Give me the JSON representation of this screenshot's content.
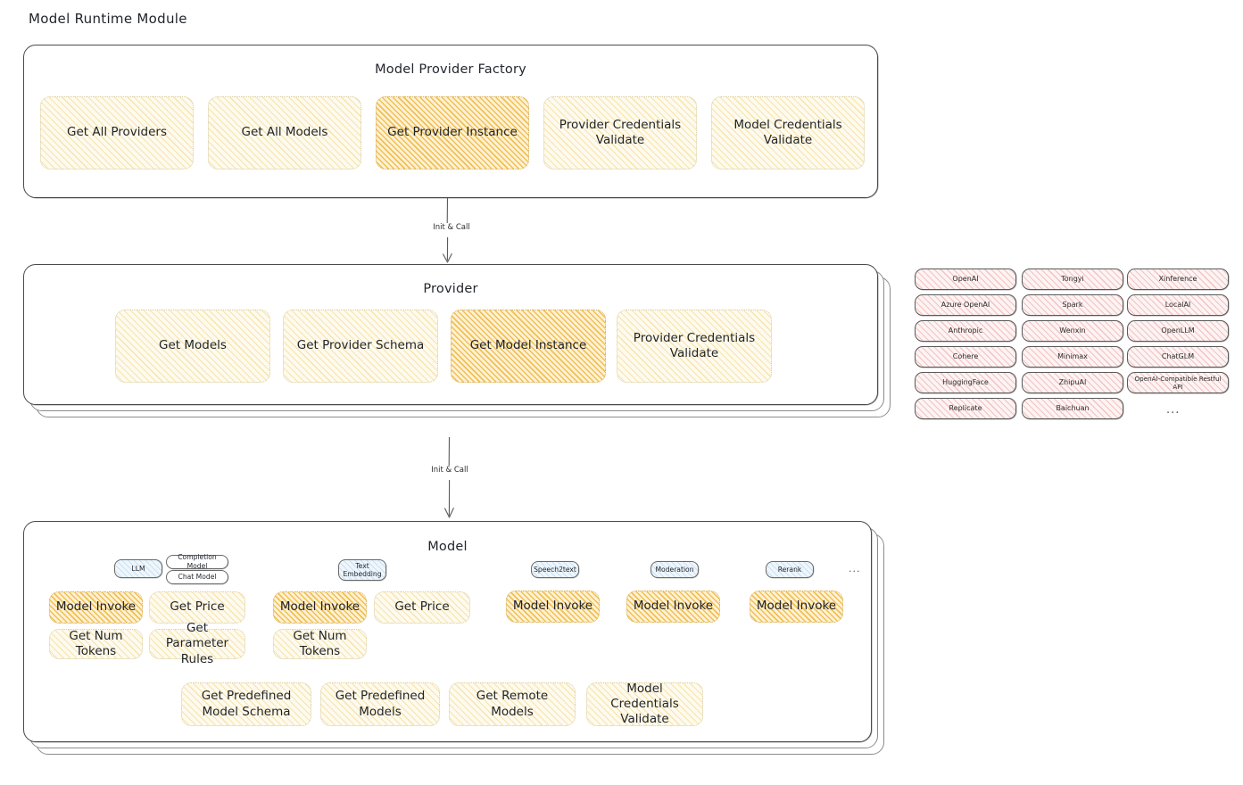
{
  "page": {
    "title": "Model Runtime Module"
  },
  "factory": {
    "title": "Model Provider Factory",
    "nodes": [
      {
        "label": "Get All Providers",
        "highlighted": false
      },
      {
        "label": "Get All Models",
        "highlighted": false
      },
      {
        "label": "Get Provider Instance",
        "highlighted": true
      },
      {
        "label": "Provider Credentials Validate",
        "highlighted": false
      },
      {
        "label": "Model Credentials Validate",
        "highlighted": false
      }
    ]
  },
  "arrows": [
    {
      "label": "Init & Call"
    },
    {
      "label": "Init & Call"
    }
  ],
  "provider": {
    "title": "Provider",
    "nodes": [
      {
        "label": "Get Models",
        "highlighted": false
      },
      {
        "label": "Get Provider Schema",
        "highlighted": false
      },
      {
        "label": "Get Model Instance",
        "highlighted": true
      },
      {
        "label": "Provider Credentials Validate",
        "highlighted": false
      }
    ]
  },
  "provider_list": {
    "columns": [
      [
        "OpenAI",
        "Azure OpenAI",
        "Anthropic",
        "Cohere",
        "HuggingFace",
        "Replicate"
      ],
      [
        "Tongyi",
        "Spark",
        "Wenxin",
        "Minimax",
        "ZhipuAI",
        "Baichuan"
      ],
      [
        "Xinference",
        "LocalAI",
        "OpenLLM",
        "ChatGLM",
        "OpenAI-Compatible Restful API"
      ]
    ],
    "more": "..."
  },
  "model": {
    "title": "Model",
    "more": "...",
    "types": [
      {
        "chip": "LLM",
        "chip_style": "blue",
        "sub_chips": [
          "Completion Model",
          "Chat Model"
        ],
        "ops": [
          {
            "label": "Model Invoke",
            "highlighted": true
          },
          {
            "label": "Get Price",
            "highlighted": false
          },
          {
            "label": "Get Num Tokens",
            "highlighted": false
          },
          {
            "label": "Get Parameter Rules",
            "highlighted": false
          }
        ]
      },
      {
        "chip": "Text Embedding",
        "chip_style": "blue",
        "sub_chips": [],
        "ops": [
          {
            "label": "Model Invoke",
            "highlighted": true
          },
          {
            "label": "Get Price",
            "highlighted": false
          },
          {
            "label": "Get Num Tokens",
            "highlighted": false
          }
        ]
      },
      {
        "chip": "Speech2text",
        "chip_style": "blue",
        "sub_chips": [],
        "ops": [
          {
            "label": "Model Invoke",
            "highlighted": true
          }
        ]
      },
      {
        "chip": "Moderation",
        "chip_style": "blue",
        "sub_chips": [],
        "ops": [
          {
            "label": "Model Invoke",
            "highlighted": true
          }
        ]
      },
      {
        "chip": "Rerank",
        "chip_style": "blue",
        "sub_chips": [],
        "ops": [
          {
            "label": "Model Invoke",
            "highlighted": true
          }
        ]
      }
    ],
    "common_ops": [
      {
        "label": "Get Predefined Model Schema"
      },
      {
        "label": "Get Predefined Models"
      },
      {
        "label": "Get Remote Models"
      },
      {
        "label": "Model Credentials Validate"
      }
    ]
  },
  "colors": {
    "amber_light": "#fdfaef",
    "amber_highlight": "#fdf1d6",
    "pink": "#fdf3f3",
    "blue": "#eef6fc",
    "stroke": "#4a4a4a"
  }
}
